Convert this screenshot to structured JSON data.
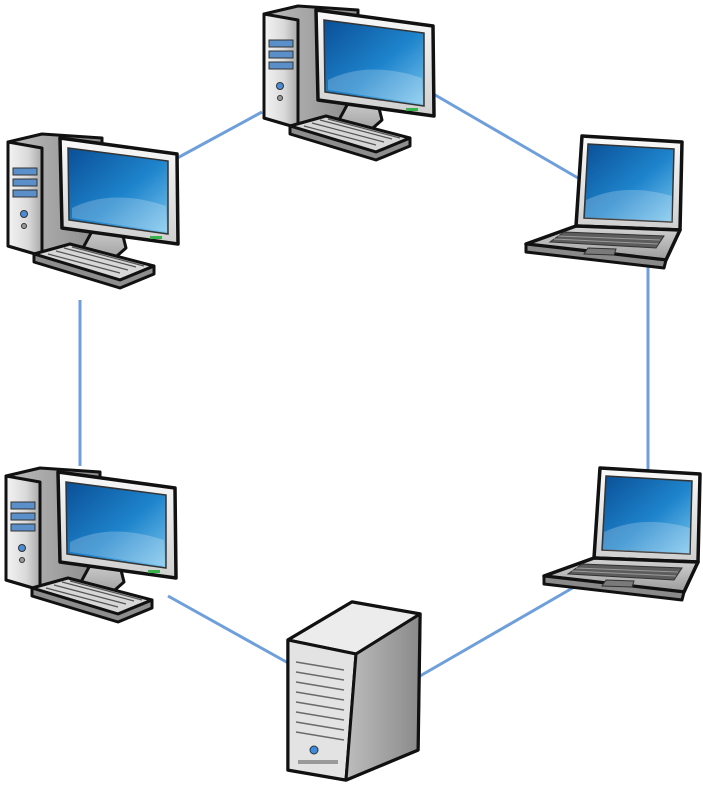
{
  "diagram": {
    "topology": "ring",
    "link_color": "#6f9fdb",
    "screen_colors": [
      "#0a4f96",
      "#1e84cc",
      "#7cc6ee"
    ],
    "nodes": [
      {
        "id": "desktop-top",
        "type": "desktop",
        "icon": "desktop-computer-icon"
      },
      {
        "id": "laptop-top-right",
        "type": "laptop",
        "icon": "laptop-icon"
      },
      {
        "id": "laptop-bottom-right",
        "type": "laptop",
        "icon": "laptop-icon"
      },
      {
        "id": "server-bottom",
        "type": "server",
        "icon": "server-tower-icon"
      },
      {
        "id": "desktop-bottom-left",
        "type": "desktop",
        "icon": "desktop-computer-icon"
      },
      {
        "id": "desktop-top-left",
        "type": "desktop",
        "icon": "desktop-computer-icon"
      }
    ],
    "links": [
      [
        "desktop-top",
        "laptop-top-right"
      ],
      [
        "laptop-top-right",
        "laptop-bottom-right"
      ],
      [
        "laptop-bottom-right",
        "server-bottom"
      ],
      [
        "server-bottom",
        "desktop-bottom-left"
      ],
      [
        "desktop-bottom-left",
        "desktop-top-left"
      ],
      [
        "desktop-top-left",
        "desktop-top"
      ]
    ]
  }
}
